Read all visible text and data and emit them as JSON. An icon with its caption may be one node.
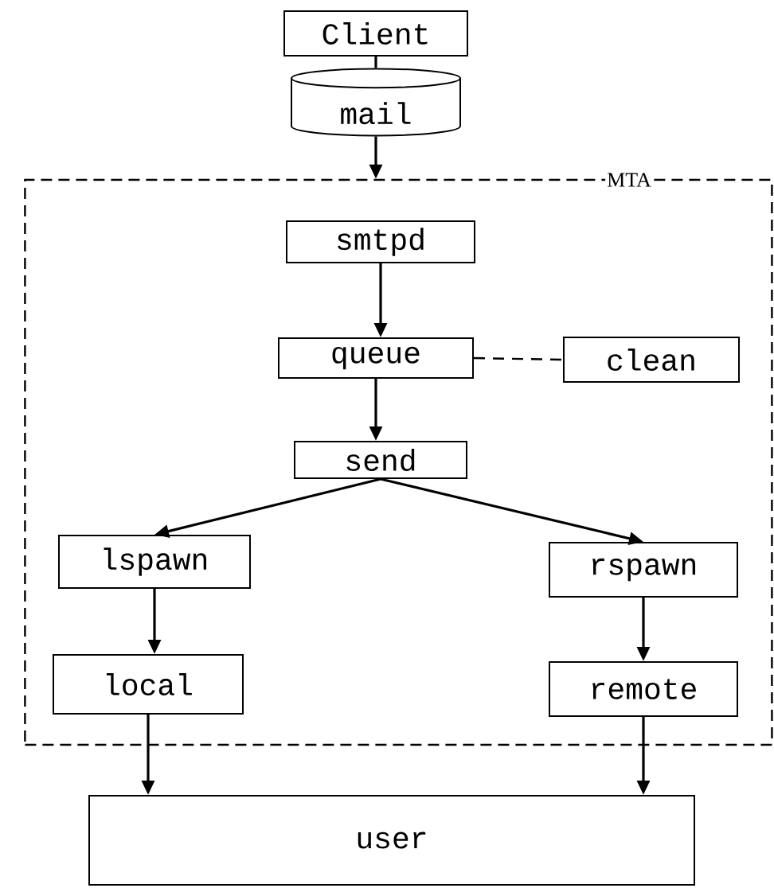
{
  "diagram": {
    "nodes": [
      {
        "text": [
          "Client"
        ]
      },
      {
        "text": [
          "mail"
        ]
      },
      {
        "text": [
          "MTA"
        ]
      },
      {
        "text": [
          "smtpd"
        ],
        "in": 2
      },
      {
        "text": [
          "queue"
        ],
        "in": 2
      },
      {
        "text": [
          "clean"
        ],
        "in": 2
      },
      {
        "text": [
          "send"
        ],
        "in": 2
      },
      {
        "text": [
          "lspawn"
        ],
        "in": 2
      },
      {
        "text": [
          "rspawn"
        ],
        "in": 2
      },
      {
        "text": [
          "local"
        ],
        "in": 2
      },
      {
        "text": [
          "remote"
        ],
        "in": 2
      },
      {
        "text": [
          "user"
        ]
      }
    ],
    "edges": [
      {
        "from": 0,
        "to": 1,
        "arrow": "none"
      },
      {
        "from": 1,
        "to": 2,
        "arrow": "to"
      },
      {
        "from": 3,
        "to": 4,
        "arrow": "to"
      },
      {
        "from": 4,
        "to": 5,
        "arrow": "none",
        "style": "dashed"
      },
      {
        "from": 4,
        "to": 6,
        "arrow": "to"
      },
      {
        "from": 6,
        "to": 7,
        "arrow": "to"
      },
      {
        "from": 6,
        "to": 8,
        "arrow": "to"
      },
      {
        "from": 7,
        "to": 9,
        "arrow": "to"
      },
      {
        "from": 8,
        "to": 10,
        "arrow": "to"
      },
      {
        "from": 9,
        "to": 11,
        "arrow": "to"
      },
      {
        "from": 10,
        "to": 11,
        "arrow": "to"
      }
    ]
  }
}
